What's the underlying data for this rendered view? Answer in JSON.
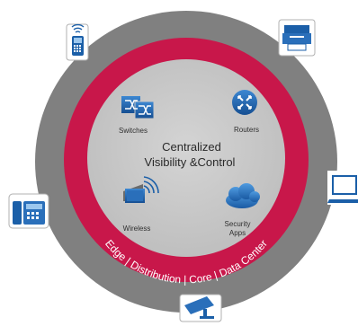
{
  "center": {
    "title_line1": "Centralized",
    "title_line2": "Visibility &Control"
  },
  "nodes": {
    "switches": "Switches",
    "routers": "Routers",
    "wireless": "Wireless",
    "security_line1": "Security",
    "security_line2": "Apps"
  },
  "ring": {
    "tiers": "Edge | Distribution | Core | Data Center"
  },
  "colors": {
    "outer_ring": "#808080",
    "red_ring": "#c8174a",
    "inner_disc": "#c8c8c8",
    "icon_blue": "#1b5fa8",
    "white": "#ffffff"
  },
  "outer_devices": [
    "mobile-phone-icon",
    "printer-icon",
    "laptop-icon",
    "desk-phone-icon",
    "security-camera-icon"
  ]
}
